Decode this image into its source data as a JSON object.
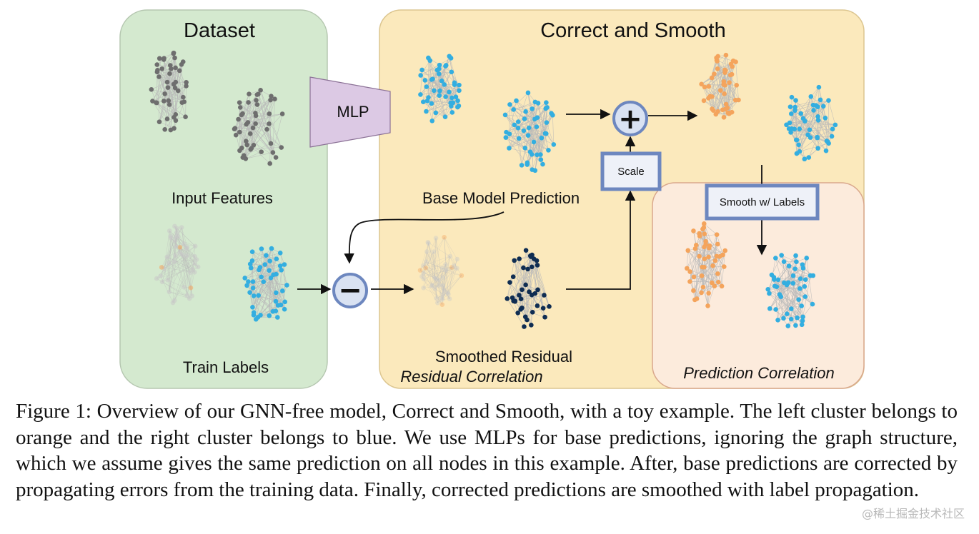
{
  "panels": {
    "dataset_title": "Dataset",
    "cs_title": "Correct and Smooth",
    "mlp_label": "MLP",
    "input_features": "Input Features",
    "train_labels": "Train Labels",
    "base_model_prediction": "Base Model Prediction",
    "smoothed_residual": "Smoothed Residual",
    "residual_correlation": "Residual Correlation",
    "prediction_correlation": "Prediction Correlation",
    "scale_label": "Scale",
    "smooth_labels": "Smooth w/ Labels",
    "plus_symbol": "+",
    "minus_symbol": "−"
  },
  "colors": {
    "dataset_bg": "#d4e9cf",
    "cs_bg": "#fbe9bc",
    "prediction_bg": "#fcebdc",
    "mlp_fill": "#dcc9e4",
    "operator_fill": "#d9e2f2",
    "operator_border": "#6d87bf",
    "gray_node": "#6e6e6e",
    "blue_node": "#33aee0",
    "orange_node": "#f4a45c",
    "dark_node": "#0f2d52"
  },
  "caption": "Figure 1: Overview of our GNN-free model, Correct and Smooth, with a toy example. The left cluster belongs to orange and the right cluster belongs to blue. We use MLPs for base predictions, ignoring the graph structure, which we assume gives the same prediction on all nodes in this example. After, base predictions are corrected by propagating errors from the training data. Finally, corrected predictions are smoothed with label propagation.",
  "watermark": "@稀土掘金技术社区"
}
